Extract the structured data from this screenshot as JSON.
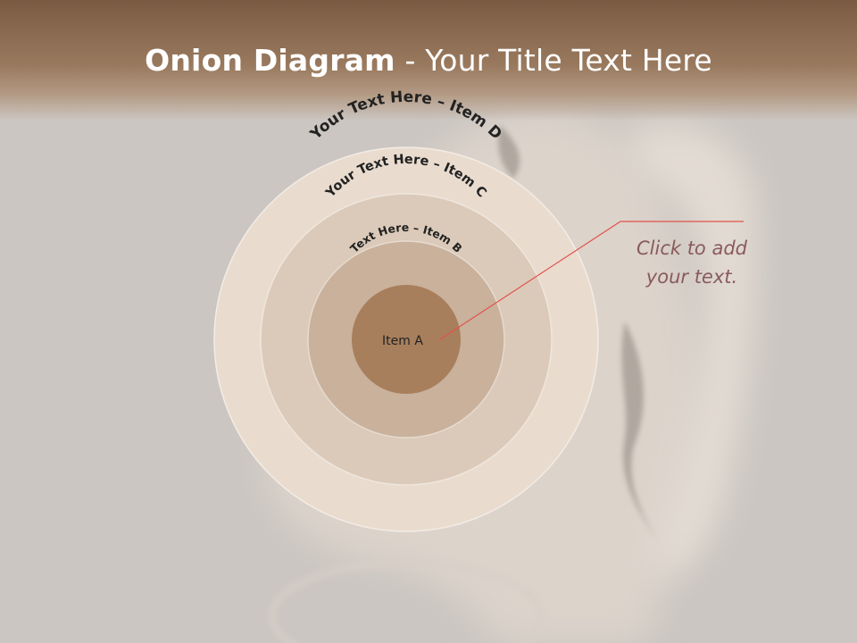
{
  "slide": {
    "title_bold": "Onion Diagram",
    "title_rest": " - Your Title Text Here",
    "callout_line1": "Click  to add",
    "callout_line2": "your text."
  },
  "diagram": {
    "layers": [
      {
        "label": "Item A",
        "color": "#a87f5c"
      },
      {
        "label": "Text Here – Item B",
        "color": "#c9b19c"
      },
      {
        "label": "Your Text Here – Item C",
        "color": "#dbcab9"
      },
      {
        "label": "Your Text Here – Item D",
        "color": "#e9dccf"
      }
    ],
    "connector_color": "#e2504a",
    "label_color": "#222222"
  }
}
